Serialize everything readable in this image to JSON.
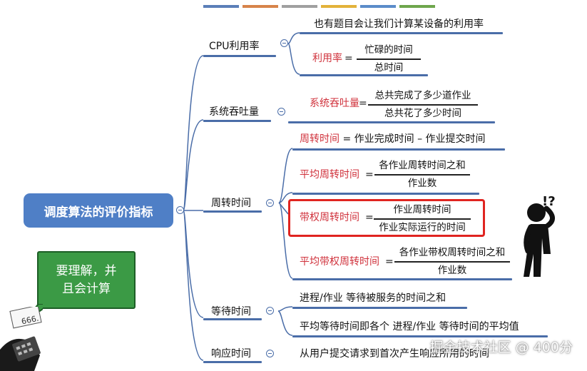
{
  "root": {
    "label": "调度算法的评价指标"
  },
  "bubble": {
    "line1": "要理解，并",
    "line2": "且会计算"
  },
  "calc_note": "666.",
  "exclaim": "!?",
  "watermark": "掘金技术社区 @ 400分",
  "branches": {
    "cpu": {
      "label": "CPU利用率",
      "note": "也有题目会让我们计算某设备的利用率",
      "term": "利用率",
      "eq": "=",
      "num": "忙碌的时间",
      "den": "总时间"
    },
    "throughput": {
      "label": "系统吞吐量",
      "term": "系统吞吐量",
      "eq": "=",
      "num": "总共完成了多少道作业",
      "den": "总共花了多少时间"
    },
    "turnaround": {
      "label": "周转时间",
      "items": {
        "def_term": "周转时间",
        "def_rest": " = 作业完成时间 – 作业提交时间",
        "avg_term": "平均周转时间",
        "avg_eq": "=",
        "avg_num": "各作业周转时间之和",
        "avg_den": "作业数",
        "weighted_term": "带权周转时间",
        "weighted_eq": "=",
        "weighted_num": "作业周转时间",
        "weighted_den": "作业实际运行的时间",
        "avgw_term": "平均带权周转时间",
        "avgw_eq": "=",
        "avgw_num": "各作业带权周转时间之和",
        "avgw_den": "作业数"
      }
    },
    "waiting": {
      "label": "等待时间",
      "items": [
        "进程/作业 等待被服务的时间之和",
        "平均等待时间即各个 进程/作业 等待时间的平均值"
      ]
    },
    "response": {
      "label": "响应时间",
      "items": [
        "从用户提交请求到首次产生响应所用的时间"
      ]
    }
  },
  "colors": {
    "accent": "#4a6da8",
    "red": "#d0323c",
    "root": "#4f7fc6",
    "bubble": "#3b9a45"
  }
}
